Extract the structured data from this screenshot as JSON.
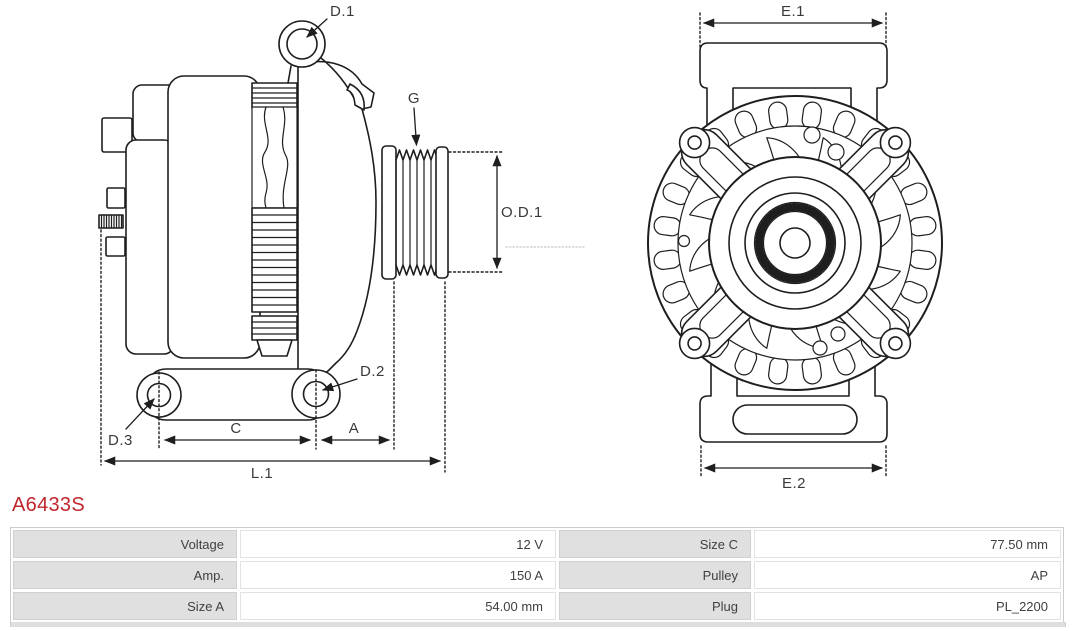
{
  "product": {
    "part_number": "A6433S"
  },
  "colors": {
    "part_number_red": "#c0272d",
    "line_art": "#1e1e1e",
    "dimension_text": "#3a3a3a",
    "table_label_bg": "#e0e0e0",
    "table_border": "#cccccc"
  },
  "diagram": {
    "side_view": {
      "labels": {
        "d1": "D.1",
        "g": "G",
        "od1": "O.D.1",
        "d2": "D.2",
        "d3": "D.3",
        "c": "C",
        "a": "A",
        "l1": "L.1"
      }
    },
    "front_view": {
      "labels": {
        "e1": "E.1",
        "e2": "E.2"
      }
    }
  },
  "specs": {
    "rows": [
      {
        "cells": [
          "Voltage",
          "12 V",
          "Size C",
          "77.50 mm"
        ]
      },
      {
        "cells": [
          "Amp.",
          "150 A",
          "Pulley",
          "AP"
        ]
      },
      {
        "cells": [
          "Size A",
          "54.00 mm",
          "Plug",
          "PL_2200"
        ]
      }
    ]
  }
}
